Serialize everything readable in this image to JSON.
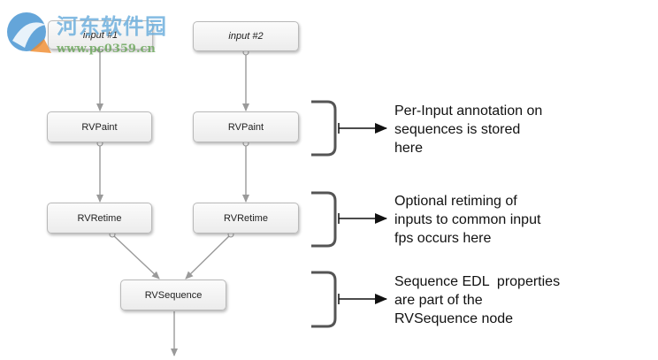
{
  "watermark": {
    "title": "河东软件园",
    "url": "www.pc0359.cn"
  },
  "nodes": {
    "input1": "input #1",
    "input2": "input #2",
    "paint1": "RVPaint",
    "paint2": "RVPaint",
    "retime1": "RVRetime",
    "retime2": "RVRetime",
    "sequence": "RVSequence"
  },
  "annotations": [
    {
      "lines": [
        "Per-Input annotation on",
        "sequences is stored",
        "here"
      ]
    },
    {
      "lines": [
        "Optional retiming of",
        "inputs to common input",
        "fps occurs here"
      ]
    },
    {
      "lines": [
        "Sequence EDL  properties",
        "are part of the",
        "RVSequence node"
      ]
    }
  ],
  "colors": {
    "wire": "#9a9a9a",
    "bracket": "#555555",
    "arrow": "#111111",
    "node_border": "#b9b9b9"
  }
}
